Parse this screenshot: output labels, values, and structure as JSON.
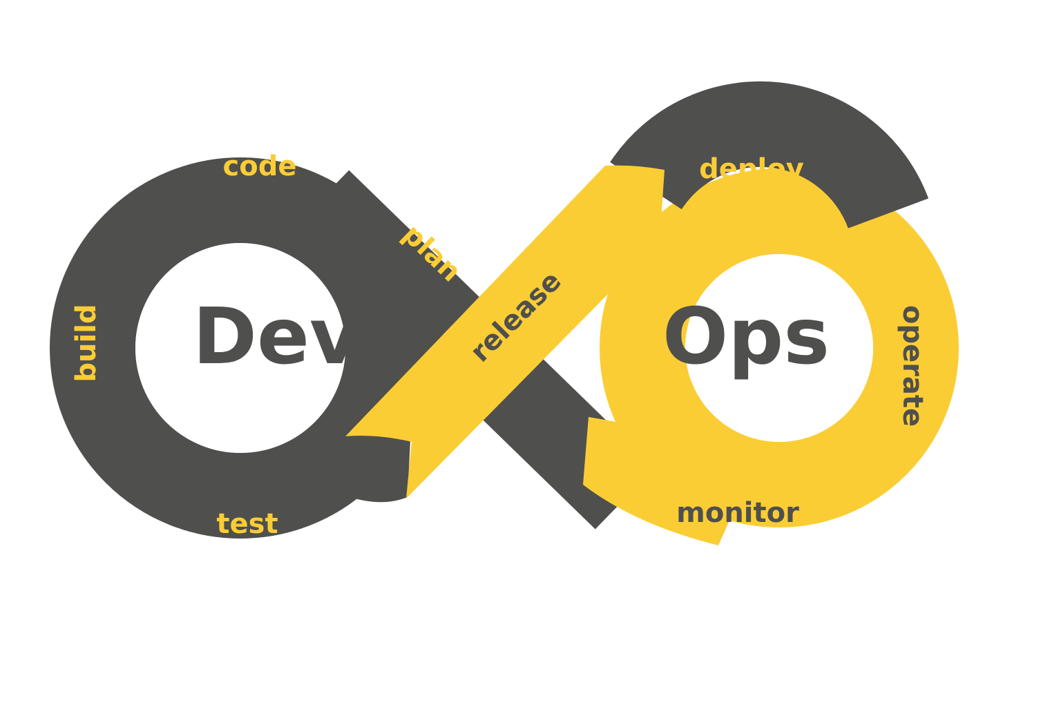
{
  "diagram": {
    "center_left": "Dev",
    "center_right": "Ops",
    "stages": {
      "code": "code",
      "plan": "plan",
      "build": "build",
      "test": "test",
      "release": "release",
      "deploy": "deploy",
      "operate": "operate",
      "monitor": "monitor"
    }
  },
  "colors": {
    "dev_band": "#4f4f4d",
    "ops_band": "#fbcd35",
    "dev_label": "#fbcd35",
    "ops_label": "#4f4f4d",
    "center_text": "#4f4f4d",
    "background": "#ffffff"
  }
}
